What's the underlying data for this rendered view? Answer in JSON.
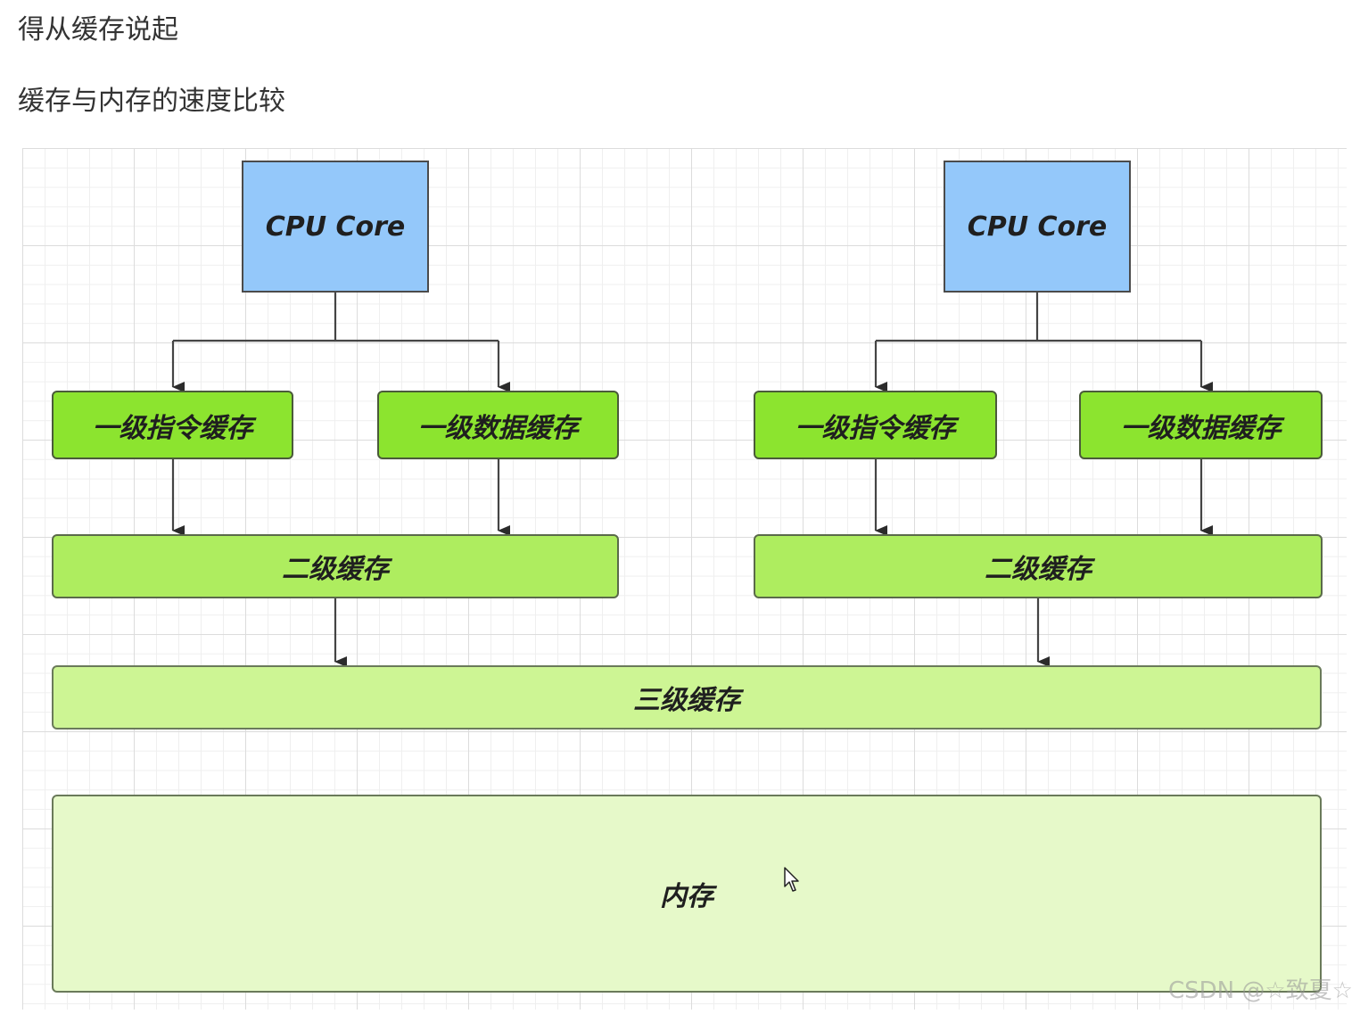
{
  "headings": {
    "primary": "得从缓存说起",
    "secondary": "缓存与内存的速度比较"
  },
  "diagram": {
    "cores": [
      {
        "cpu_label": "CPU Core",
        "l1_instruction": "一级指令缓存",
        "l1_data": "一级数据缓存",
        "l2": "二级缓存"
      },
      {
        "cpu_label": "CPU Core",
        "l1_instruction": "一级指令缓存",
        "l1_data": "一级数据缓存",
        "l2": "二级缓存"
      }
    ],
    "l3": "三级缓存",
    "memory": "内存",
    "colors": {
      "cpu": "#94c8fa",
      "l1": "#8ce42f",
      "l2": "#aeed5f",
      "l3": "#cdf594",
      "memory": "#e6f9c9",
      "edge": "#4b4b4b"
    }
  },
  "watermark": "CSDN @☆致夏☆"
}
